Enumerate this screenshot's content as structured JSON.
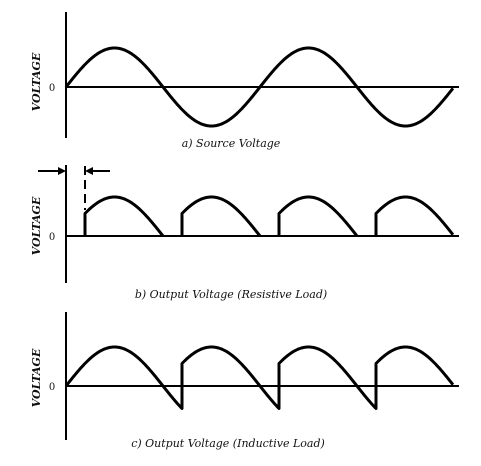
{
  "panels": [
    {
      "ylabel": "VOLTAGE",
      "zero_label": "0",
      "caption": "a) Source Voltage",
      "waveform": "sine"
    },
    {
      "ylabel": "VOLTAGE",
      "zero_label": "0",
      "caption": "b) Output Voltage (Resistive Load)",
      "waveform": "phase-controlled-resistive",
      "firing_delay_indicator": true
    },
    {
      "ylabel": "VOLTAGE",
      "zero_label": "0",
      "caption": "c) Output Voltage (Inductive Load)",
      "waveform": "phase-controlled-inductive"
    }
  ],
  "colors": {
    "background": "#ffffff",
    "ink": "#000000"
  }
}
